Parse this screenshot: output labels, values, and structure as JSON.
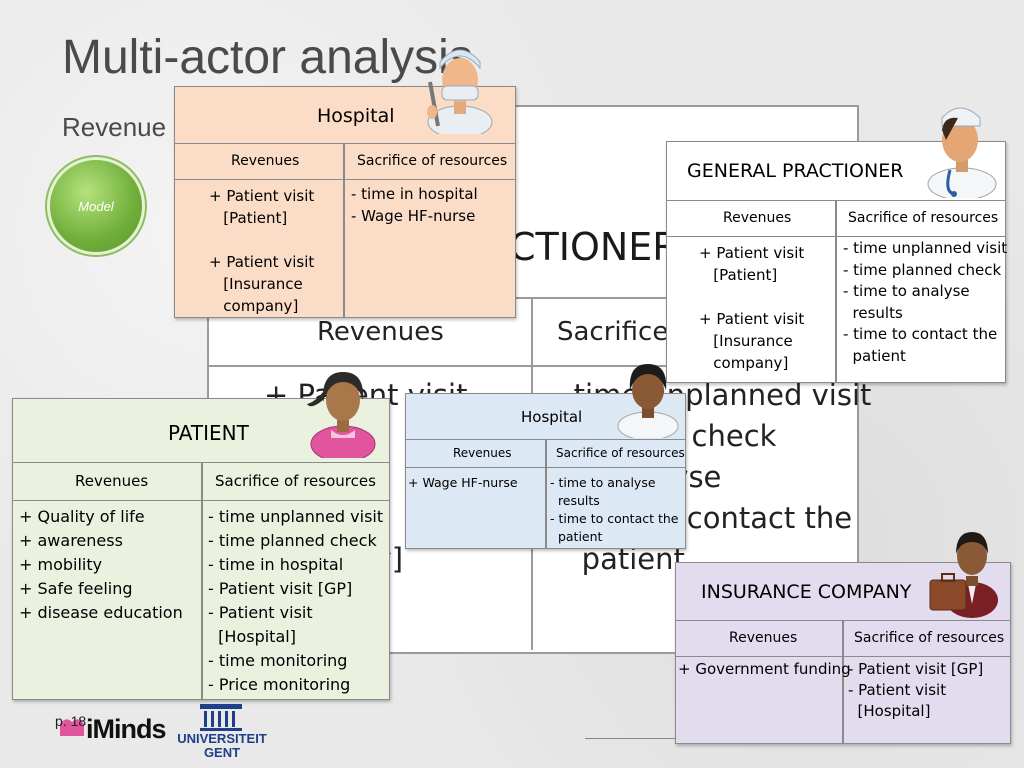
{
  "slide": {
    "title": "Multi-actor analysis",
    "subtitle": "Revenue",
    "model_button": "Model",
    "page_number": "p. 18",
    "logo_iminds": "iMinds",
    "logo_ugent": "UNIVERSITEIT GENT"
  },
  "background_table": {
    "title_fragment": "CTIONER",
    "col_revenues": "Revenues",
    "col_sacrifice": "Sacrifice",
    "left_text": "+ Patient visit\n            t\n      r: v\n        nce\n          ny]",
    "right_text": "- time unplanned visit\n      nned check\n      analyse\n- time to contact the\n   patient"
  },
  "hospital_card": {
    "title": "Hospital",
    "col_revenues": "Revenues",
    "col_sacrifice": "Sacrifice of resources",
    "revenues": "+ Patient visit\n   [Patient]\n\n+ Patient visit\n   [Insurance\n   company]",
    "sacrifices": "- time in hospital\n- Wage HF-nurse"
  },
  "gp_card": {
    "title": "GENERAL PRACTIONER",
    "col_revenues": "Revenues",
    "col_sacrifice": "Sacrifice of resources",
    "revenues": "+ Patient visit\n   [Patient]\n\n+ Patient visit\n   [Insurance\n   company]",
    "sacrifices": "- time unplanned visit\n- time planned check\n- time to analyse\n  results\n- time to contact the\n  patient"
  },
  "patient_card": {
    "title": "PATIENT",
    "col_revenues": "Revenues",
    "col_sacrifice": "Sacrifice of resources",
    "revenues": "+ Quality of life\n+ awareness\n+ mobility\n+ Safe feeling\n+ disease education",
    "sacrifices": "- time unplanned visit\n- time planned check\n- time in hospital\n- Patient visit [GP]\n- Patient visit\n  [Hospital]\n- time monitoring\n- Price monitoring"
  },
  "hospital2_card": {
    "title": "Hospital",
    "col_revenues": "Revenues",
    "col_sacrifice": "Sacrifice of resources",
    "revenues": "+ Wage HF-nurse",
    "sacrifices": "- time to analyse\n  results\n- time to contact the\n  patient"
  },
  "insurance_card": {
    "title": "INSURANCE COMPANY",
    "col_revenues": "Revenues",
    "col_sacrifice": "Sacrifice of resources",
    "revenues": "+ Government funding",
    "sacrifices": "- Patient visit [GP]\n- Patient visit\n  [Hospital]"
  },
  "colors": {
    "hospital_bg": "#fbdcc7",
    "patient_bg": "#eaf2df",
    "hospital2_bg": "#dce8f4",
    "insurance_bg": "#e3dcef",
    "model_green": "#6fae3a"
  }
}
